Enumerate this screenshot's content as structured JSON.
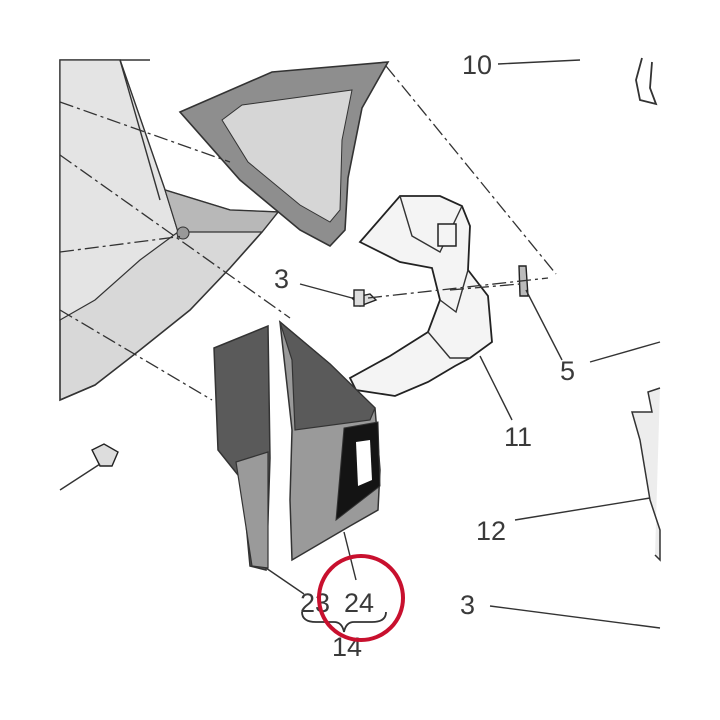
{
  "diagram": {
    "callouts": {
      "c10": "10",
      "c3a": "3",
      "c5": "5",
      "c11": "11",
      "c12": "12",
      "c3b": "3",
      "c23": "23",
      "c24": "24",
      "c14": "14"
    },
    "colors": {
      "panel_light": "#d8d8d8",
      "panel_mid": "#9a9a9a",
      "panel_dark": "#5a5a5a",
      "decal_black": "#141414",
      "highlight_circle": "#c8102e"
    }
  }
}
